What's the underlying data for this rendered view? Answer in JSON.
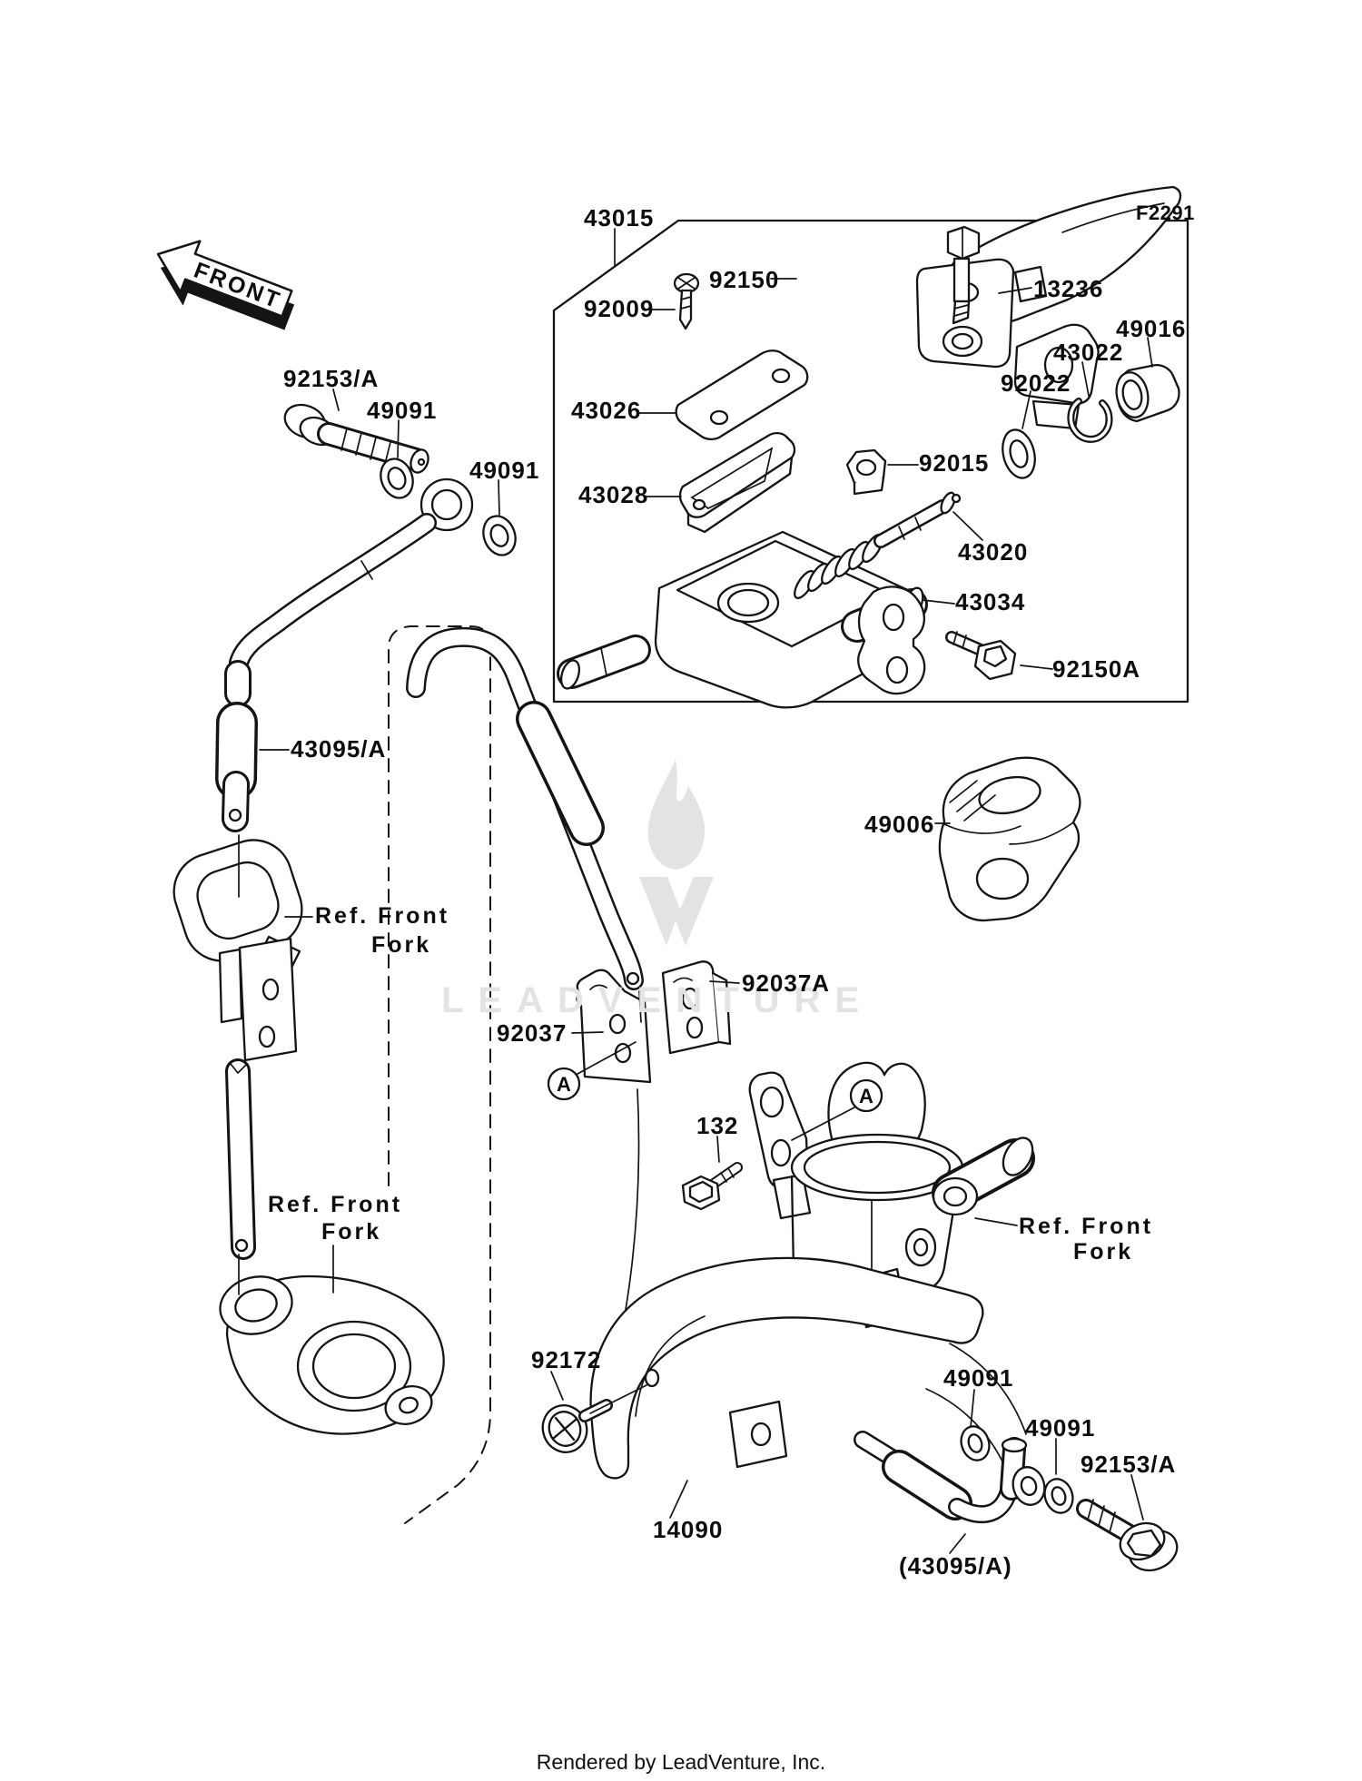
{
  "page": {
    "diagram_code": "F2291",
    "watermark_text": "LEADVENTURE",
    "footer_credit": "Rendered by LeadVenture, Inc.",
    "front_arrow_label": "FRONT",
    "view_callout_letter": "A",
    "ref_note_line1": "Ref. Front",
    "ref_note_line2": "Fork",
    "line_color": "#141414",
    "watermark_color": "#e3e3e3"
  },
  "part_callouts": {
    "assembly_43015": "43015",
    "bolt_92150": "92150",
    "screw_92009": "92009",
    "lever_13236": "13236",
    "boot_49016": "49016",
    "clip_43022": "43022",
    "washer_92022": "92022",
    "cap_43026": "43026",
    "nut_92015": "92015",
    "plate_43028": "43028",
    "piston_43020": "43020",
    "clamp_43034": "43034",
    "bolt_92150a": "92150A",
    "banjo_bolt_top_92153a": "92153/A",
    "washer_49091_1": "49091",
    "washer_49091_2": "49091",
    "hose_43095a": "43095/A",
    "cover_49006": "49006",
    "clamp_92037a": "92037A",
    "clamp_92037": "92037",
    "bolt_132": "132",
    "screw_92172": "92172",
    "washer_49091_3": "49091",
    "washer_49091_4": "49091",
    "banjo_bolt_bottom_92153a": "92153/A",
    "cover_14090": "14090",
    "hose_ref_43095a": "(43095/A)"
  }
}
